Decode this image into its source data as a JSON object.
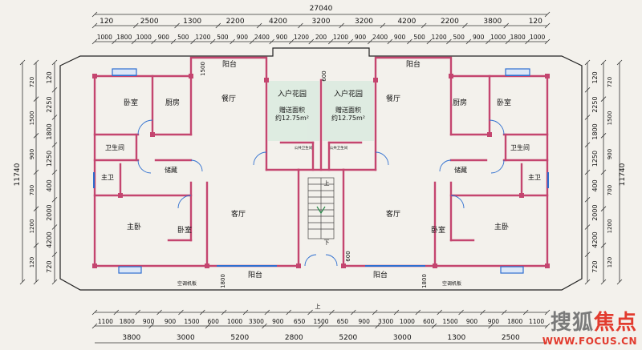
{
  "dims": {
    "overall": "27040",
    "top_outer": [
      "120",
      "2500",
      "1300",
      "2200",
      "4200",
      "3200",
      "3200",
      "4200",
      "2200",
      "3800",
      "120"
    ],
    "top_inner": [
      "1000",
      "1800",
      "1000",
      "900",
      "500",
      "1200",
      "500",
      "900",
      "2400",
      "900",
      "1200",
      "200",
      "1200",
      "900",
      "2400",
      "900",
      "500",
      "1200",
      "500",
      "900",
      "1000",
      "1800",
      "1000"
    ],
    "bottom_outer": [
      "3800",
      "3000",
      "5200",
      "2800",
      "5200",
      "3000",
      "1300",
      "2500"
    ],
    "bottom_inner": [
      "1100",
      "1800",
      "900",
      "900",
      "1500",
      "600",
      "1000",
      "3300",
      "900",
      "650",
      "1500",
      "650",
      "900",
      "3300",
      "1000",
      "600",
      "1500",
      "900",
      "900",
      "1800",
      "1100"
    ],
    "left_total": "11740",
    "left_outer": [
      "120",
      "2250",
      "1800",
      "1250",
      "400",
      "2000",
      "4200",
      "720"
    ],
    "left_inner": [
      "720",
      "1500",
      "900",
      "700",
      "1200",
      "120"
    ],
    "right_total": "11740",
    "right_outer": [
      "120",
      "2250",
      "1800",
      "1250",
      "400",
      "2000",
      "4200",
      "720"
    ],
    "right_inner": [
      "720",
      "1500",
      "900",
      "700",
      "1200",
      "120"
    ],
    "misc": [
      "1500",
      "600",
      "600",
      "1800",
      "1800"
    ]
  },
  "rooms": {
    "balcony_top": "阳台",
    "balcony_bottom": "阳台",
    "bedroom": "卧室",
    "kitchen": "厨房",
    "dining": "餐厅",
    "garden": "入户花园",
    "gift_area": "赠送面积",
    "gift_size": "约12.75m²",
    "public_bath": "公共卫生间",
    "bathroom": "卫生间",
    "storage": "储藏",
    "master_bath": "主卫",
    "master_bedroom": "主卧",
    "living": "客厅",
    "ac_platform": "空调机板",
    "stair_up": "上",
    "stair_down": "下",
    "entry_up": "上"
  },
  "watermark": {
    "logo_main": "搜狐",
    "logo_accent": "焦点",
    "url": "WWW.FOCUS.CN"
  }
}
